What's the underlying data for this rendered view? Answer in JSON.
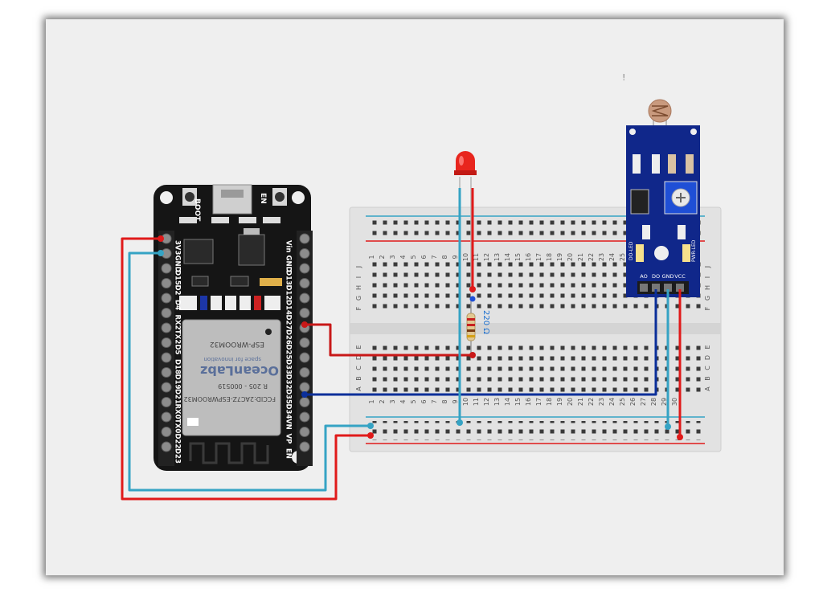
{
  "esp32": {
    "boot_label": "BOOT",
    "en_label": "EN",
    "left_pins": [
      "3V3",
      "GND",
      "D15",
      "D2",
      "D4",
      "RX2",
      "TX2",
      "D5",
      "D18",
      "D19",
      "D21",
      "RX0",
      "TX0",
      "D22",
      "D23"
    ],
    "right_pins": [
      "Vin",
      "GND",
      "D13",
      "D12",
      "D14",
      "D27",
      "D26",
      "D25",
      "D33",
      "D32",
      "D35",
      "D34",
      "VN",
      "VP",
      "EN"
    ],
    "module": {
      "fcc_id": "FCCID:2AC7Z-ESPWROOM32",
      "cert": "R 205 - 000519",
      "brand": "OceanLabz",
      "tagline": "space for innovation",
      "model": "ESP-WROOM32"
    }
  },
  "breadboard": {
    "columns": 30,
    "column_labels": [
      "1",
      "2",
      "3",
      "4",
      "5",
      "6",
      "7",
      "8",
      "9",
      "10",
      "11",
      "12",
      "13",
      "14",
      "15",
      "16",
      "17",
      "18",
      "19",
      "20",
      "21",
      "22",
      "23",
      "24",
      "25",
      "26",
      "27",
      "28",
      "29",
      "30"
    ],
    "top_row_labels": [
      "J",
      "I",
      "H",
      "G",
      "F"
    ],
    "bottom_row_labels": [
      "E",
      "D",
      "C",
      "B",
      "A"
    ]
  },
  "resistor": {
    "label": "220 Ω"
  },
  "led": {
    "color": "#e8261e"
  },
  "ldr_module": {
    "pins": [
      "AO",
      "DO",
      "GND",
      "VCC"
    ],
    "led_labels": [
      "DO-LED",
      "PWR-LED"
    ]
  },
  "stray_mark": "!",
  "wire_colors": {
    "power": "#e01a1a",
    "ground": "#35a3c4",
    "signal": "#0b2f9a"
  }
}
